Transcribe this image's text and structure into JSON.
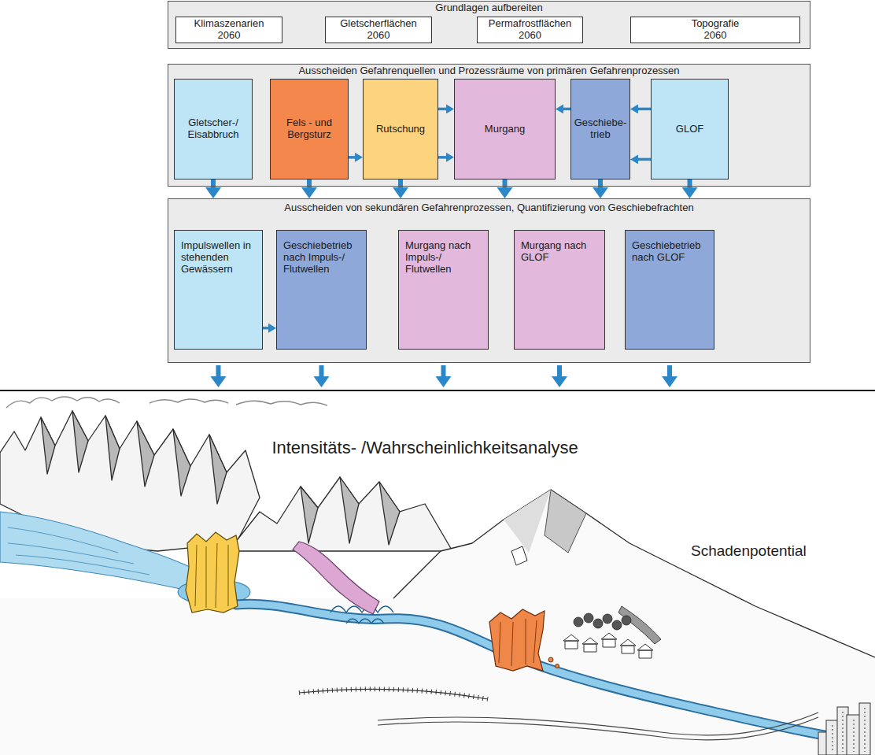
{
  "diagram": {
    "nodes": [
      {
        "text": [
          "Grundlagen aufbereiten"
        ]
      },
      {
        "text": [
          "Klimaszenarien 2060"
        ],
        "in": 0
      },
      {
        "text": [
          "Gletscherflächen 2060"
        ],
        "in": 0
      },
      {
        "text": [
          "Permafrostflächen 2060"
        ],
        "in": 0
      },
      {
        "text": [
          "Topografie 2060"
        ],
        "in": 0
      },
      {
        "text": [
          "Ausscheiden Gefahrenquellen und Prozessräume von primären Gefahrenprozessen"
        ]
      },
      {
        "text": [
          "Gletscher-/ Eisabbruch"
        ],
        "in": 5
      },
      {
        "text": [
          "Fels - und Bergsturz"
        ],
        "in": 5
      },
      {
        "text": [
          "Rutschung"
        ],
        "in": 5
      },
      {
        "text": [
          "Murgang"
        ],
        "in": 5
      },
      {
        "text": [
          "Geschiebe- trieb"
        ],
        "in": 5
      },
      {
        "text": [
          "GLOF"
        ],
        "in": 5
      },
      {
        "text": [
          "Ausscheiden von sekundären Gefahrenprozessen, Quantifizierung von Geschiebefrachten"
        ]
      },
      {
        "text": [
          "Impulswellen in stehenden Gewässern"
        ],
        "in": 12
      },
      {
        "text": [
          "Geschiebetrieb nach Impuls-/ Flutwellen"
        ],
        "in": 12
      },
      {
        "text": [
          "Murgang nach Impuls-/ Flutwellen"
        ],
        "in": 12
      },
      {
        "text": [
          "Murgang nach GLOF"
        ],
        "in": 12
      },
      {
        "text": [
          "Geschiebetrieb nach GLOF"
        ],
        "in": 12
      }
    ],
    "edges": [
      {
        "from": 7,
        "to": 8,
        "arrow": "to"
      },
      {
        "from": 8,
        "to": 9,
        "arrow": "to"
      },
      {
        "from": 8,
        "to": 9,
        "arrow": "to"
      },
      {
        "from": 10,
        "to": 9,
        "arrow": "to"
      },
      {
        "from": 11,
        "to": 10,
        "arrow": "to"
      },
      {
        "from": 11,
        "to": 10,
        "arrow": "to"
      },
      {
        "from": 6,
        "to": 12,
        "arrow": "to"
      },
      {
        "from": 7,
        "to": 12,
        "arrow": "to"
      },
      {
        "from": 8,
        "to": 12,
        "arrow": "to"
      },
      {
        "from": 9,
        "to": 12,
        "arrow": "to"
      },
      {
        "from": 10,
        "to": 12,
        "arrow": "to"
      },
      {
        "from": 11,
        "to": 12,
        "arrow": "to"
      },
      {
        "from": 13,
        "to": 14,
        "arrow": "to"
      }
    ],
    "labels": [
      "Intensitäts- /Wahrscheinlichkeitsanalyse",
      "Schadenpotential"
    ]
  }
}
